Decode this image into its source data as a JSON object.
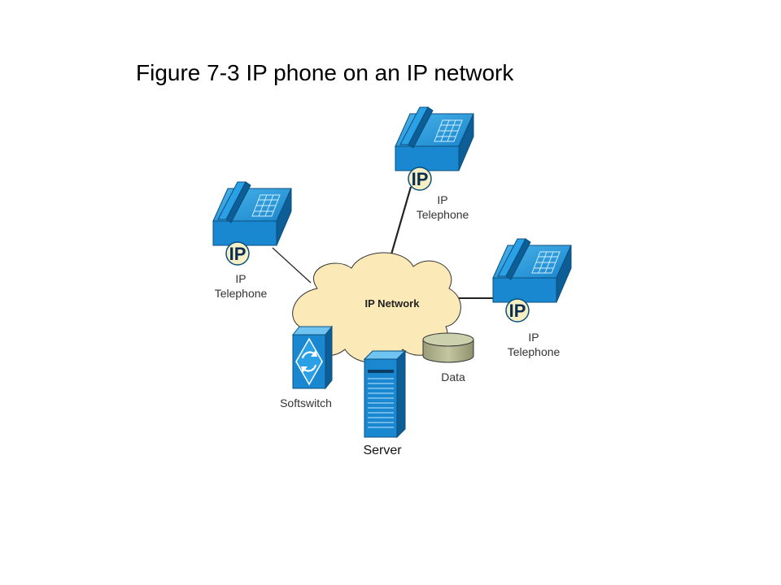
{
  "title": "Figure 7-3 IP phone on an IP network",
  "network": {
    "label": "IP Network"
  },
  "phones": [
    {
      "badge": "IP",
      "label_line1": "IP",
      "label_line2": "Telephone"
    },
    {
      "badge": "IP",
      "label_line1": "IP",
      "label_line2": "Telephone"
    },
    {
      "badge": "IP",
      "label_line1": "IP",
      "label_line2": "Telephone"
    }
  ],
  "softswitch": {
    "label": "Softswitch"
  },
  "server": {
    "label": "Server"
  },
  "data_store": {
    "label": "Data"
  },
  "colors": {
    "device_blue": "#1e90d6",
    "device_dark": "#0d5e96",
    "cloud_fill": "#fbe9b7",
    "badge_fill": "#f6efc4",
    "data_fill": "#b2b58f"
  },
  "icons": [
    "ip-phone-icon",
    "cloud-icon",
    "softswitch-icon",
    "server-icon",
    "database-icon"
  ]
}
